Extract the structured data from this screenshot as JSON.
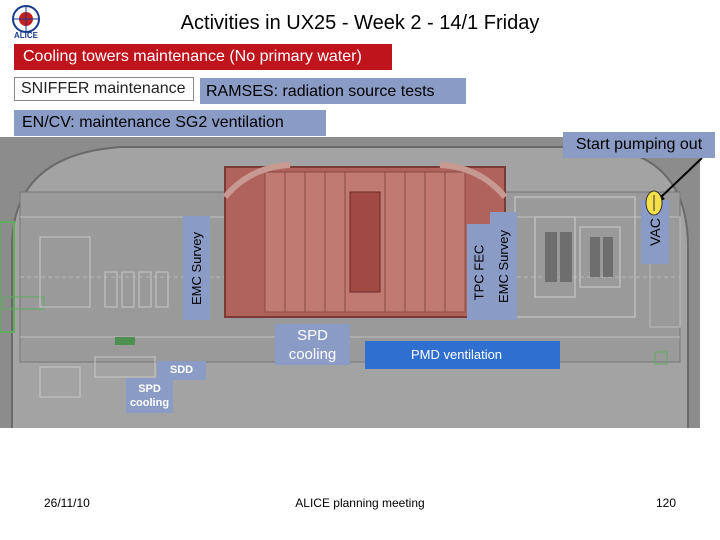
{
  "header": {
    "logo_text": "ALICE",
    "title": "Activities in UX25 - Week 2 - 14/1 Friday"
  },
  "banners": {
    "cooling_towers": "Cooling towers maintenance (No primary water)",
    "sniffer": "SNIFFER maintenance",
    "ramses": "RAMSES: radiation source tests",
    "en_cv": "EN/CV: maintenance SG2 ventilation",
    "start_pumping": "Start pumping out"
  },
  "map_labels": {
    "emc_survey_left": "EMC Survey",
    "tpc_fec": "TPC FEC",
    "emc_survey_right": "EMC Survey",
    "vac": "VAC",
    "spd_cooling_center": "SPD cooling",
    "pmd_ventilation": "PMD ventilation",
    "sdd": "SDD",
    "spd_cooling_left": "SPD cooling"
  },
  "footer": {
    "date": "26/11/10",
    "meeting": "ALICE planning meeting",
    "page": "120"
  },
  "colors": {
    "cooling_banner": "#c0141c",
    "activity_label": "#8a9cc6",
    "pmd_banner": "#2f6fd0",
    "cavern_background": "#8c8c8c",
    "magnet": "#b0625c"
  }
}
